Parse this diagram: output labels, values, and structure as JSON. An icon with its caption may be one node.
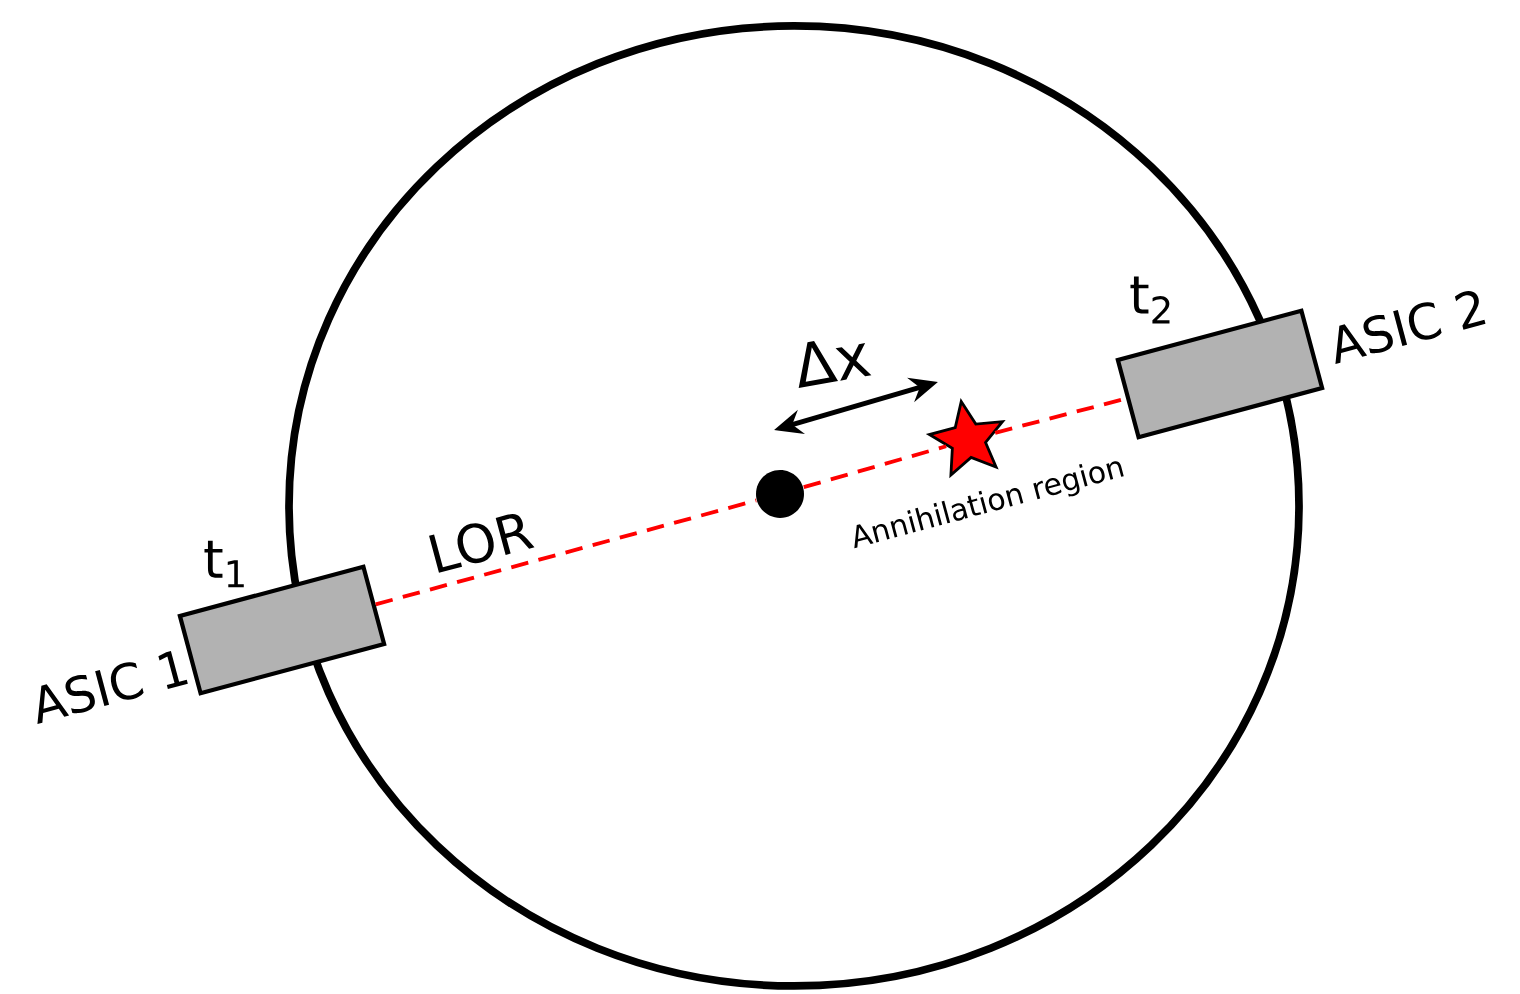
{
  "diagram": {
    "nodes": [
      {
        "text": [],
        "shape": "circle"
      },
      {
        "text": [],
        "shape": "box",
        "beside": [
          "ASIC 1",
          "t$_{1}$"
        ]
      },
      {
        "text": [],
        "shape": "circle",
        "in": 0
      },
      {
        "text": [],
        "shape": "star",
        "beside": [
          "Annihilation region"
        ],
        "in": 0
      },
      {
        "text": [],
        "shape": "box",
        "beside": [
          "ASIC 2",
          "t$_{2}$"
        ]
      }
    ],
    "edges": [
      {
        "from": 1,
        "to": 2,
        "arrow": "none",
        "label": "LOR",
        "style": "dashed"
      },
      {
        "from": 2,
        "to": 3,
        "arrow": "none",
        "style": "dashed"
      },
      {
        "from": 3,
        "to": 4,
        "arrow": "none",
        "style": "dashed"
      }
    ],
    "labels": [
      "Δx"
    ]
  }
}
